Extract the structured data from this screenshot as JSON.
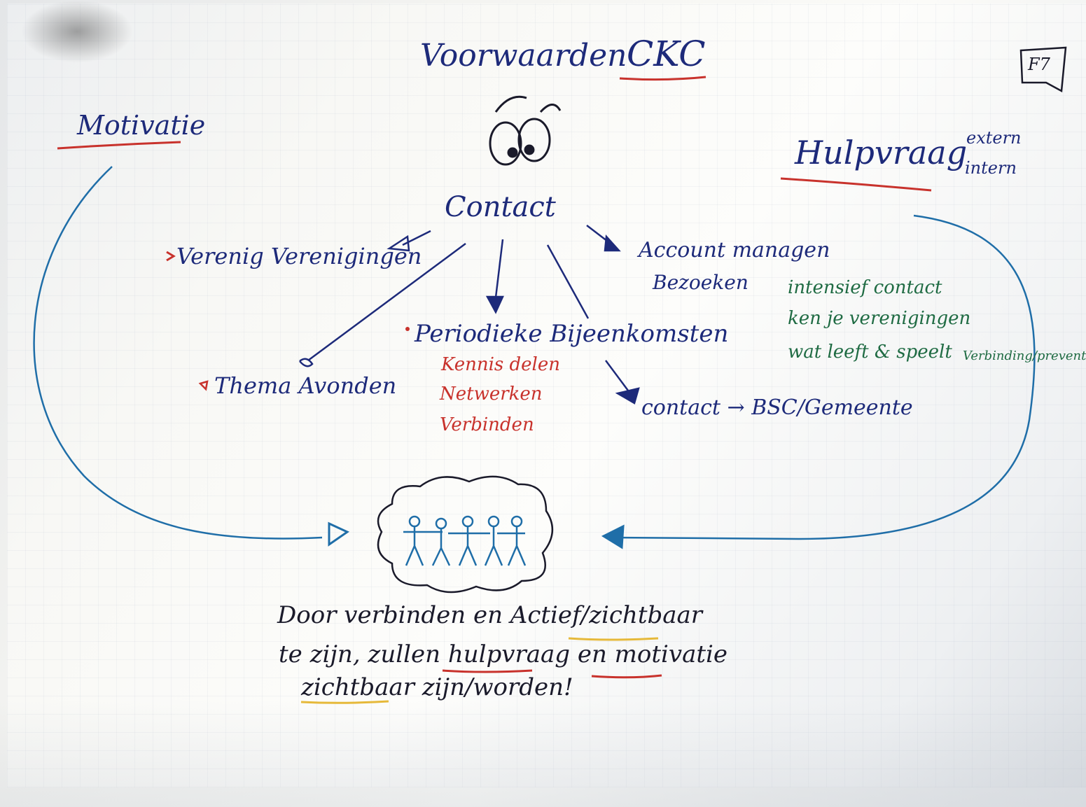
{
  "title": "Voorwaarden",
  "org": "CKC",
  "sheet_number": "F7",
  "center": "Contact",
  "left_heading": "Motivatie",
  "right_heading": "Hulpvraag",
  "right_heading_sub": [
    "extern",
    "intern"
  ],
  "branch_verenig": "Verenig Verenigingen",
  "branch_thema": "Thema Avonden",
  "branch_periodiek": "Periodieke Bijeenkomsten",
  "periodiek_items": [
    "Kennis delen",
    "Netwerken",
    "Verbinden"
  ],
  "branch_account": "Account managen",
  "account_sub": "Bezoeken",
  "account_items": [
    "intensief contact",
    "ken je verenigingen",
    "wat leeft & speelt"
  ],
  "account_extra": "Verbinding/preventie",
  "branch_contact_bsc": "contact → BSC/Gemeente",
  "conclusion_lines": [
    "Door verbinden en Actief/zichtbaar",
    "te zijn, zullen hulpvraag en motivatie",
    "zichtbaar zijn/worden!"
  ],
  "colors": {
    "navy_marker": "#1d2a7a",
    "red_marker": "#c8322c",
    "green_marker": "#1f6b43",
    "blue_marker": "#1f6ea8",
    "yellow_highlight": "#e6b93a"
  }
}
